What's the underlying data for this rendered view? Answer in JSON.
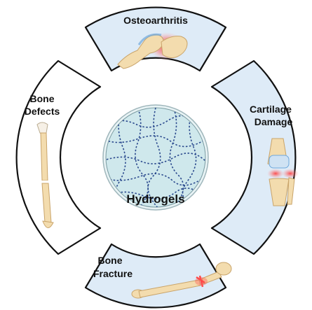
{
  "center": {
    "label": "Hydrogels"
  },
  "segments": {
    "top": {
      "lines": [
        "Osteoarthritis"
      ]
    },
    "left": {
      "lines": [
        "Bone",
        "Defects"
      ]
    },
    "right": {
      "lines": [
        "Cartilage",
        "Damage"
      ]
    },
    "bottom": {
      "lines": [
        "Bone",
        "Fracture"
      ]
    }
  },
  "colors": {
    "segment_fill": "#deebf7",
    "segment_stroke": "#111111",
    "hydrogel_fill": "#cfe8ec",
    "network_line": "#2b4a8e",
    "bone": "#f3dcae",
    "inflammation": "#ff4a4a"
  }
}
